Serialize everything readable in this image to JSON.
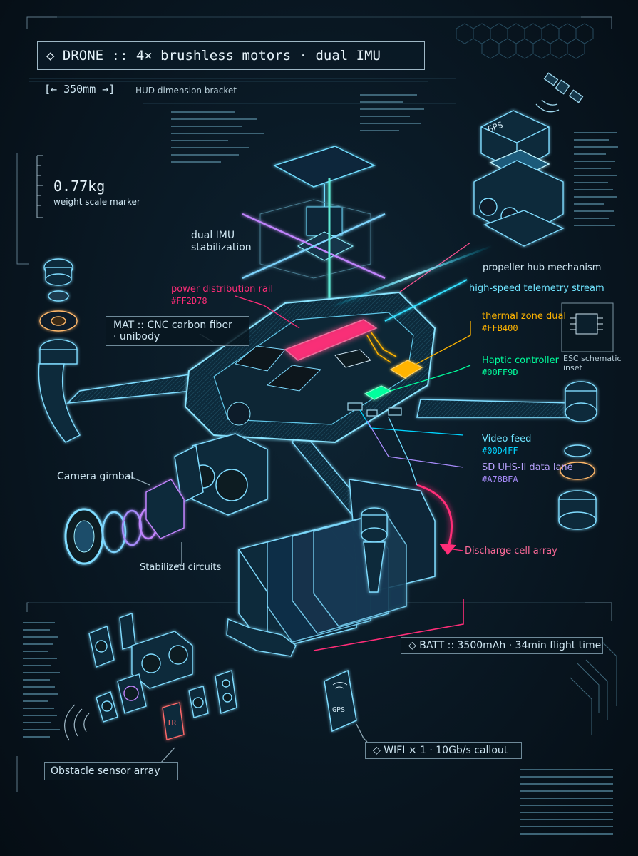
{
  "header": {
    "title": "◇ DRONE :: 4× brushless motors · dual IMU",
    "dimension_value": "[← 350mm →]",
    "dimension_label": "HUD dimension bracket",
    "weight_value": "0.77kg",
    "weight_label": "weight scale marker"
  },
  "callouts": {
    "dual_imu_line1": "dual IMU",
    "dual_imu_line2": "stabilization",
    "propeller_hub": "propeller hub mechanism",
    "power_rail_label": "power distribution rail",
    "power_rail_hex": "#FF2D78",
    "telemetry": "high-speed telemetry stream",
    "material_line1": "MAT :: CNC carbon fiber",
    "material_line2": "· unibody",
    "thermal_label": "thermal zone dual",
    "thermal_hex": "#FFB400",
    "esc_line1": "ESC schematic",
    "esc_line2": "inset",
    "haptic_label": "Haptic controller",
    "haptic_hex": "#00FF9D",
    "video_label": "Video feed",
    "video_hex": "#00D4FF",
    "sd_label": "SD UHS-II data lane",
    "sd_hex": "#A78BFA",
    "gimbal": "Camera gimbal",
    "stabilized": "Stabilized circuits",
    "discharge": "Discharge cell array",
    "battery": "◇ BATT :: 3500mAh · 34min flight time",
    "wifi": "◇ WIFI × 1 · 10Gb/s callout",
    "obstacle": "Obstacle sensor array"
  },
  "module_labels": {
    "gps": "GPS",
    "ir": "IR"
  },
  "colors": {
    "background": "#07121c",
    "blueprint": "#4fd6ff",
    "power_rail": "#FF2D78",
    "thermal": "#FFB400",
    "haptic": "#00FF9D",
    "video": "#00D4FF",
    "sd": "#A78BFA"
  }
}
